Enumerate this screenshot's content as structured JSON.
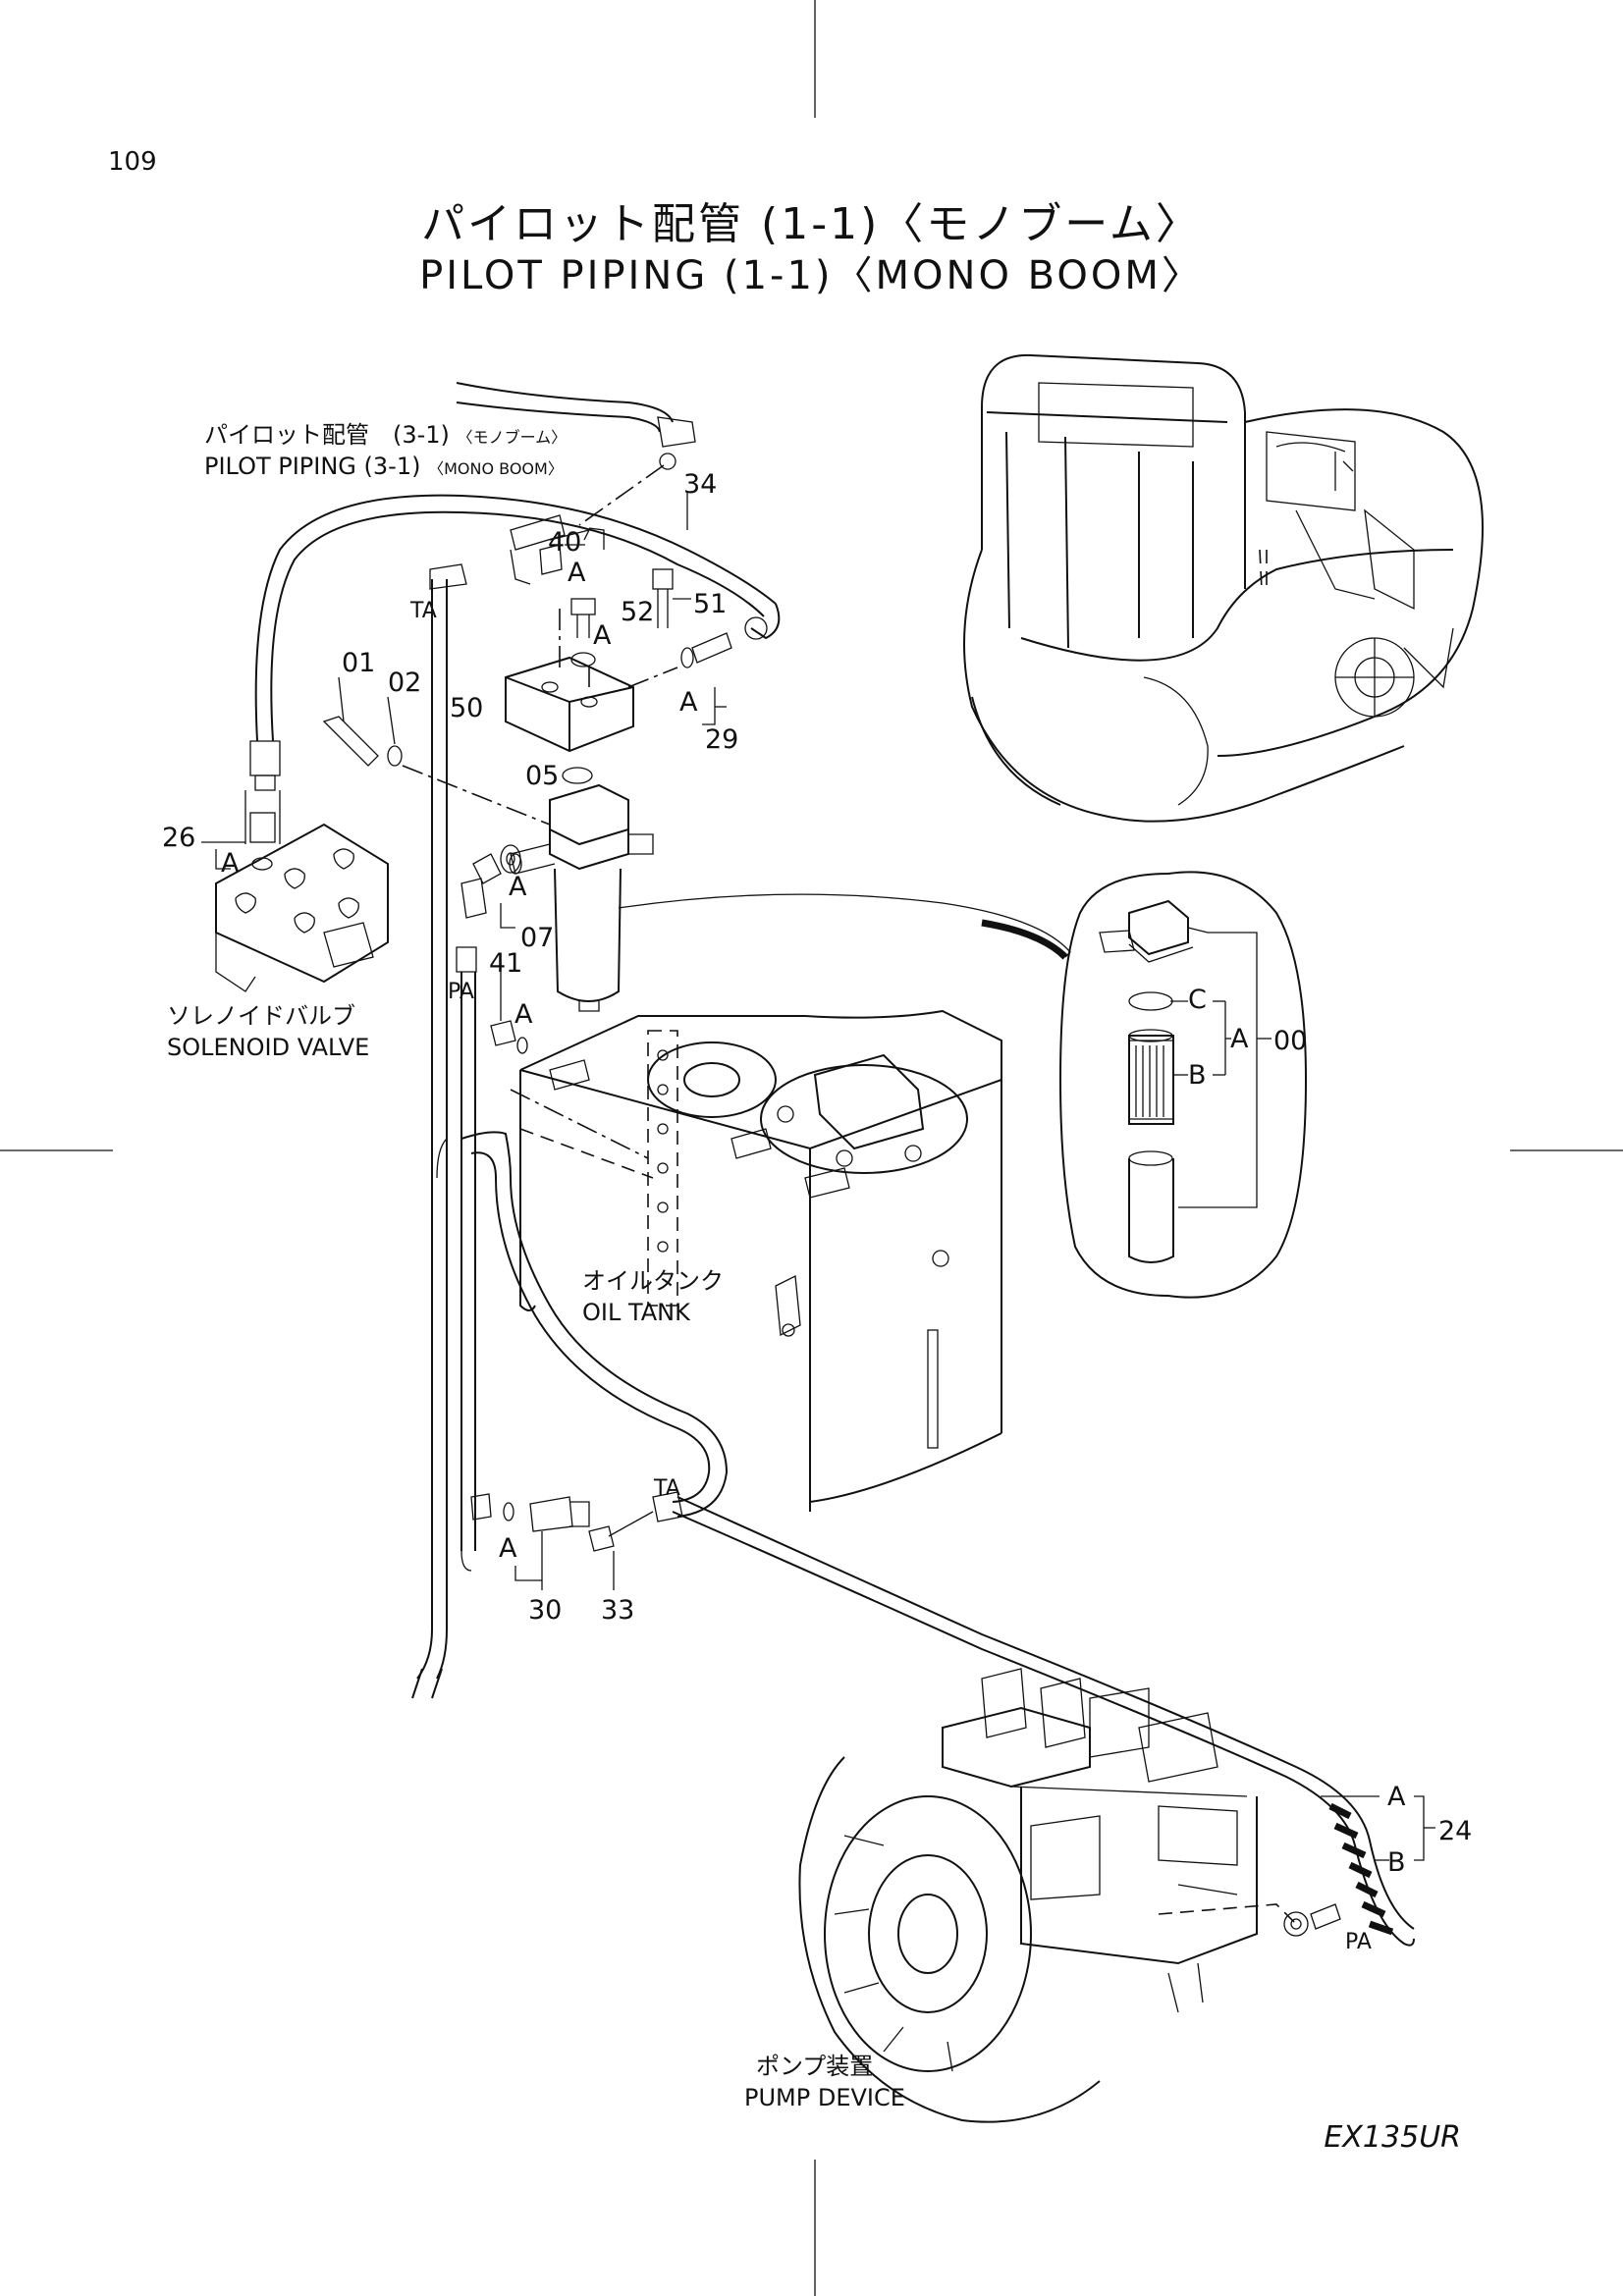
{
  "page_number": "109",
  "title_ja": "パイロット配管 (1-1)〈モノブーム〉",
  "title_en": "PILOT PIPING (1-1)〈MONO BOOM〉",
  "model": "EX135UR",
  "reference": {
    "ja": "パイロット配管　(3-1)",
    "ja_sub": "〈モノブーム〉",
    "en": "PILOT PIPING (3-1)",
    "en_sub": "〈MONO BOOM〉"
  },
  "components": {
    "solenoid_valve_ja": "ソレノイドバルブ",
    "solenoid_valve_en": "SOLENOID VALVE",
    "oil_tank_ja": "オイルタンク",
    "oil_tank_en": "OIL TANK",
    "pump_device_ja": "ポンプ装置",
    "pump_device_en": "PUMP DEVICE"
  },
  "callouts": {
    "c00": "00",
    "c01": "01",
    "c02": "02",
    "c05": "05",
    "c07": "07",
    "c24": "24",
    "c26": "26",
    "c29": "29",
    "c30": "30",
    "c33": "33",
    "c34": "34",
    "c40": "40",
    "c41": "41",
    "c50": "50",
    "c51": "51",
    "c52": "52"
  },
  "letters": {
    "a": "A",
    "b": "B",
    "c": "C"
  },
  "port_labels": {
    "ta": "TA",
    "pa": "PA"
  }
}
